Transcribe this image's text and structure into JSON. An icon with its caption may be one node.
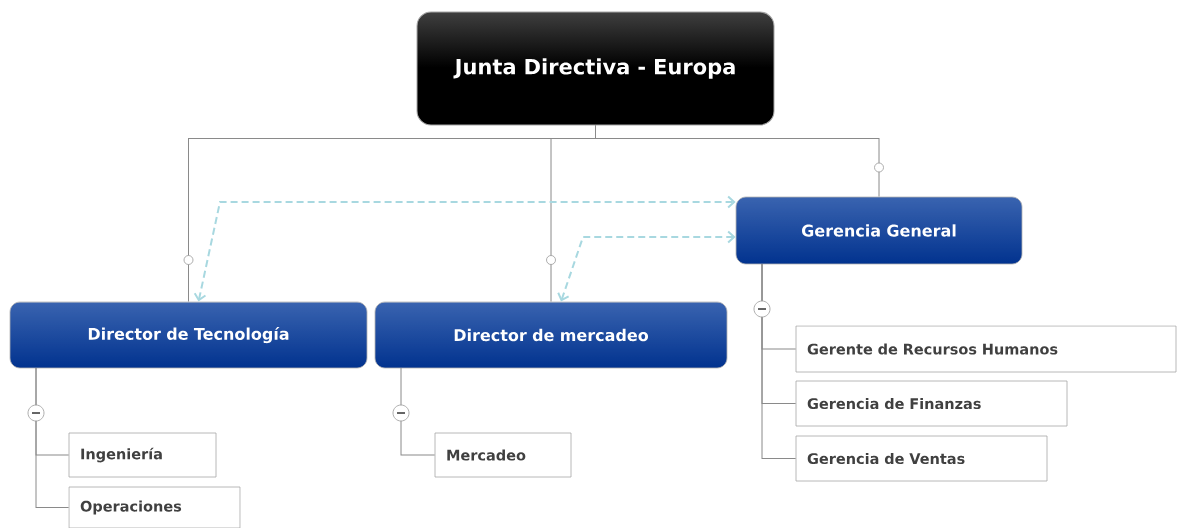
{
  "diagram": {
    "nodes": [
      {
        "text": [
          "Junta Directiva - Europa"
        ]
      },
      {
        "text": [
          "Director de Tecnología"
        ]
      },
      {
        "text": [
          "Director de mercadeo"
        ]
      },
      {
        "text": [
          "Gerencia General"
        ]
      },
      {
        "text": [
          "Ingeniería"
        ]
      },
      {
        "text": [
          "Operaciones"
        ]
      },
      {
        "text": [
          "Mercadeo"
        ]
      },
      {
        "text": [
          "Gerente de Recursos Humanos"
        ]
      },
      {
        "text": [
          "Gerencia de Finanzas"
        ]
      },
      {
        "text": [
          "Gerencia de Ventas"
        ]
      }
    ],
    "edges": [
      {
        "from": 0,
        "to": 1,
        "arrow": "none"
      },
      {
        "from": 0,
        "to": 2,
        "arrow": "none"
      },
      {
        "from": 0,
        "to": 3,
        "arrow": "none"
      },
      {
        "from": 1,
        "to": 4,
        "arrow": "none"
      },
      {
        "from": 1,
        "to": 5,
        "arrow": "none"
      },
      {
        "from": 2,
        "to": 6,
        "arrow": "none"
      },
      {
        "from": 3,
        "to": 7,
        "arrow": "none"
      },
      {
        "from": 3,
        "to": 8,
        "arrow": "none"
      },
      {
        "from": 3,
        "to": 9,
        "arrow": "none"
      },
      {
        "from": 1,
        "to": 3,
        "arrow": "both",
        "style": "dashed",
        "color": "#a8d8e0"
      },
      {
        "from": 2,
        "to": 3,
        "arrow": "both",
        "style": "dashed",
        "color": "#a8d8e0"
      }
    ]
  }
}
